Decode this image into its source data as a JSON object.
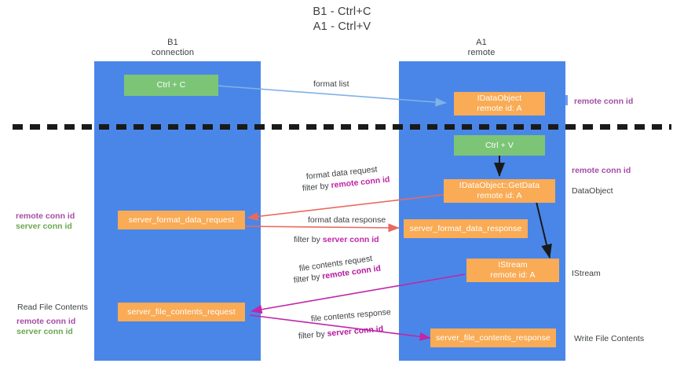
{
  "title": {
    "line1": "B1 - Ctrl+C",
    "line2": "A1 - Ctrl+V"
  },
  "lanes": [
    {
      "id": "b1",
      "name": "B1",
      "sub": "connection",
      "color": "#4a86e8"
    },
    {
      "id": "a1",
      "name": "A1",
      "sub": "remote",
      "color": "#4a86e8"
    }
  ],
  "nodes": {
    "ctrl_c": {
      "line1": "Ctrl + C",
      "line2": "",
      "color": "#7cc576"
    },
    "ctrl_v": {
      "line1": "Ctrl + V",
      "line2": "",
      "color": "#7cc576"
    },
    "idataobject": {
      "line1": "IDataObject",
      "line2": "remote id: A",
      "color": "#f9ab55"
    },
    "idataobject_getdata": {
      "line1": "IDataObject::GetData",
      "line2": "remote id: A",
      "color": "#f9ab55"
    },
    "istream": {
      "line1": "IStream",
      "line2": "remote id: A",
      "color": "#f9ab55"
    },
    "server_format_data_request": {
      "line1": "server_format_data_request",
      "line2": "",
      "color": "#f9ab55"
    },
    "server_format_data_response": {
      "line1": "server_format_data_response",
      "line2": "",
      "color": "#f9ab55"
    },
    "server_file_contents_request": {
      "line1": "server_file_contents_request",
      "line2": "",
      "color": "#f9ab55"
    },
    "server_file_contents_response": {
      "line1": "server_file_contents_response",
      "line2": "",
      "color": "#f9ab55"
    }
  },
  "edge_labels": {
    "format_list": "format list",
    "format_data_request": "format data request",
    "format_data_request_filter_prefix": "filter by ",
    "format_data_request_filter_key": "remote conn id",
    "format_data_response": "format data response",
    "format_data_response_filter_prefix": "filter by ",
    "format_data_response_filter_key": "server conn id",
    "file_contents_request": "file contents request",
    "file_contents_request_filter_prefix": "filter by ",
    "file_contents_request_filter_key": "remote conn id",
    "file_contents_response": "file contents response",
    "file_contents_response_filter_prefix": "filter by ",
    "file_contents_response_filter_key": "server conn id"
  },
  "side_labels": {
    "right_remote_conn_id_top": "remote conn id",
    "right_remote_conn_id_mid": "remote conn id",
    "right_dataobject": "DataObject",
    "right_istream": "IStream",
    "right_write_file_contents": "Write File Contents",
    "left_remote_conn_id": "remote conn id",
    "left_server_conn_id": "server conn id",
    "left_read_file_contents": "Read File Contents",
    "left_remote_conn_id_2": "remote conn id",
    "left_server_conn_id_2": "server conn id"
  },
  "colors": {
    "lane": "#4a86e8",
    "green_node": "#7cc576",
    "orange_node": "#f9ab55",
    "arrow_blue": "#7fb2e5",
    "arrow_red": "#e8695f",
    "arrow_magenta": "#c026a8",
    "arrow_black": "#1a1a1a",
    "label_purple": "#a64ca6",
    "label_green": "#6aa84f",
    "text": "#3c4043",
    "divider": "#1a1a1a"
  }
}
